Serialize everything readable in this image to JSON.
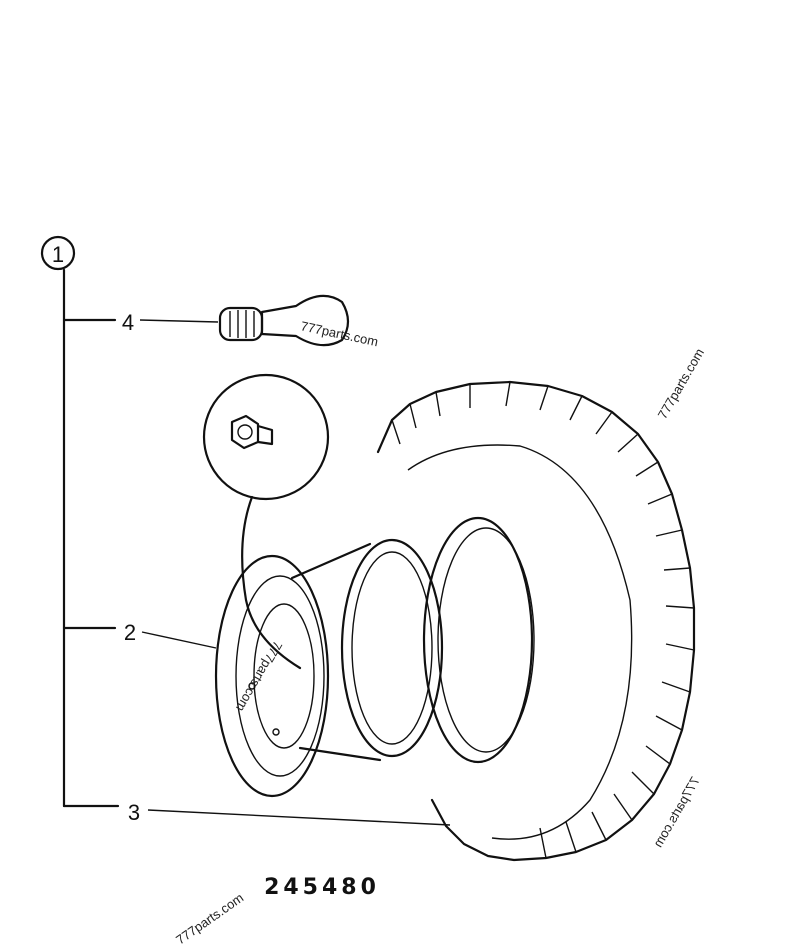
{
  "group_marker": "1",
  "callouts": [
    {
      "number": "4",
      "part": "valve"
    },
    {
      "number": "2",
      "part": "wheel-rim"
    },
    {
      "number": "3",
      "part": "tyre"
    }
  ],
  "drawing_code": "245480",
  "watermarks": [
    "777parts.com",
    "777parts.com",
    "777parts.com",
    "777parts.com",
    "777parts.com"
  ]
}
